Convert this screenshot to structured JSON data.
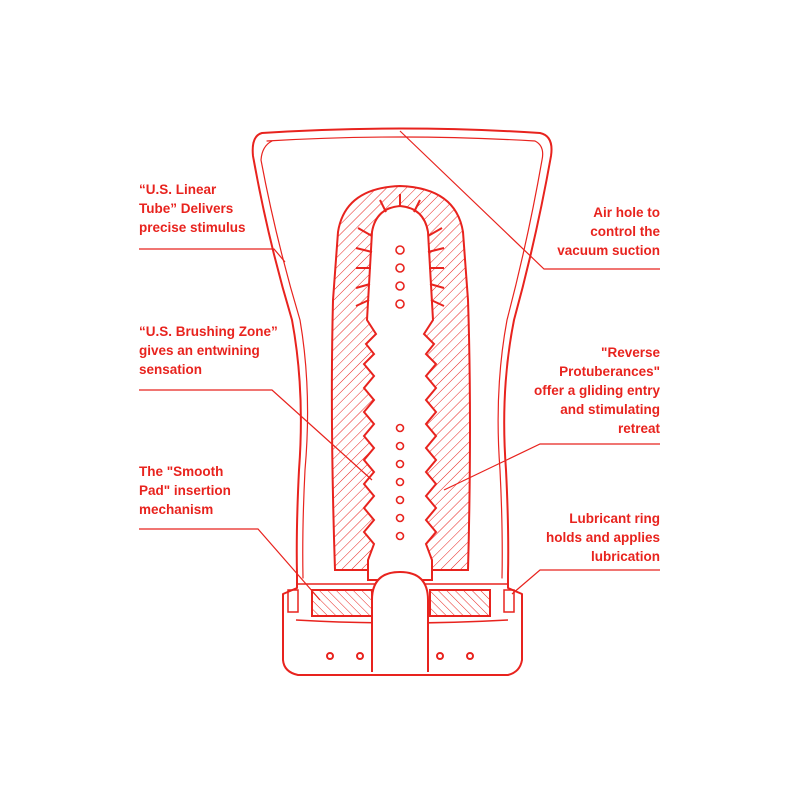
{
  "colors": {
    "accent": "#e8231e",
    "background": "#ffffff"
  },
  "callouts": {
    "linear_tube": {
      "lines": [
        "“U.S. Linear",
        "Tube” Delivers",
        "precise stimulus"
      ]
    },
    "brushing_zone": {
      "lines": [
        "“U.S. Brushing Zone”",
        "gives an entwining",
        "sensation"
      ]
    },
    "smooth_pad": {
      "lines": [
        "The \"Smooth",
        "Pad\" insertion",
        "mechanism"
      ]
    },
    "air_hole": {
      "lines": [
        "Air hole to",
        "control the",
        "vacuum suction"
      ]
    },
    "reverse_protuberances": {
      "lines": [
        "\"Reverse",
        "Protuberances\"",
        "offer a gliding entry",
        "and stimulating",
        "retreat"
      ]
    },
    "lubricant_ring": {
      "lines": [
        "Lubricant ring",
        "holds and applies",
        "lubrication"
      ]
    }
  }
}
